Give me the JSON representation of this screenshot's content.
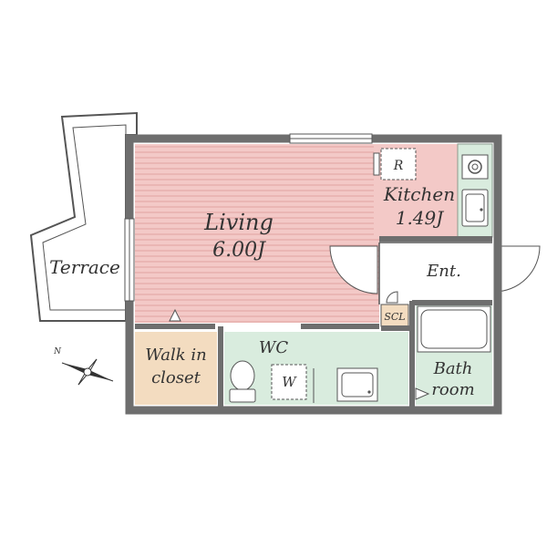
{
  "rooms": {
    "living": {
      "name": "Living",
      "size": "6.00J"
    },
    "kitchen": {
      "name": "Kitchen",
      "size": "1.49J"
    },
    "terrace": {
      "name": "Terrace"
    },
    "entrance": {
      "name": "Ent."
    },
    "closet": {
      "line1": "Walk in",
      "line2": "closet"
    },
    "wc": {
      "name": "WC"
    },
    "bath": {
      "line1": "Bath",
      "line2": "room"
    }
  },
  "fixtures": {
    "fridge": "R",
    "washer": "W",
    "shoe_closet": "SCL"
  },
  "compass": {
    "north": "N"
  },
  "colors": {
    "wall": "#6e6e6e",
    "living_fill": "#f3c9c7",
    "living_line": "#e2a3a1",
    "kitchen_fill": "#f3c9c7",
    "wet_area_fill": "#d9ecde",
    "closet_fill": "#f3dcc0",
    "outline": "#555555"
  }
}
